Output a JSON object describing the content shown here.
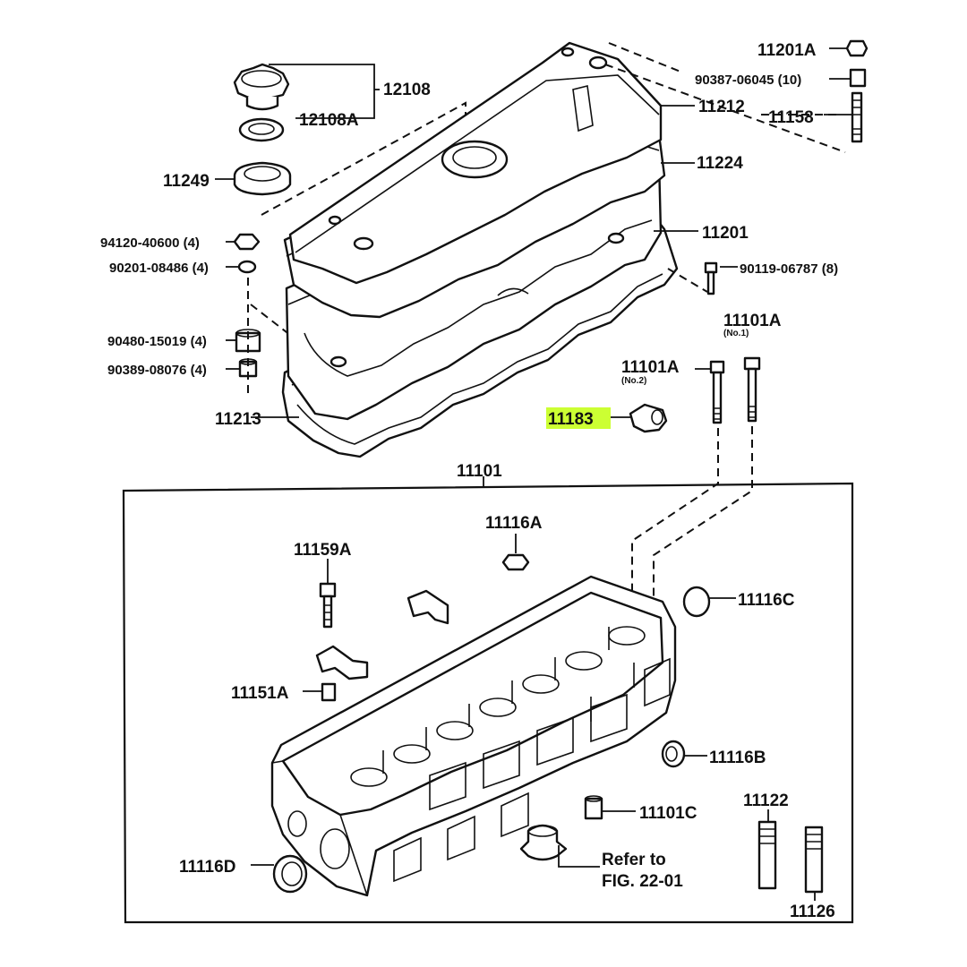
{
  "diagram": {
    "highlight_color": "#ccff33",
    "labels": {
      "p12108": "12108",
      "p12108A": "12108A",
      "p11249": "11249",
      "p94120": "94120-40600 (4)",
      "p90201": "90201-08486 (4)",
      "p90480": "90480-15019 (4)",
      "p90389": "90389-08076 (4)",
      "p11213": "11213",
      "p11201A": "11201A",
      "p90387": "90387-06045 (10)",
      "p11212": "11212",
      "p11158": "11158",
      "p11224": "11224",
      "p11201": "11201",
      "p90119": "90119-06787 (8)",
      "p11101A_1": "11101A",
      "p11101A_1_sub": "(No.1)",
      "p11101A_2": "11101A",
      "p11101A_2_sub": "(No.2)",
      "p11183": "11183",
      "p11101": "11101",
      "p11116A": "11116A",
      "p11159A": "11159A",
      "p11116C": "11116C",
      "p11151A": "11151A",
      "p11116B": "11116B",
      "p11101C": "11101C",
      "p11122": "11122",
      "p11116D": "11116D",
      "refer_line1": "Refer to",
      "refer_line2": "FIG. 22-01",
      "p11126": "11126"
    }
  }
}
